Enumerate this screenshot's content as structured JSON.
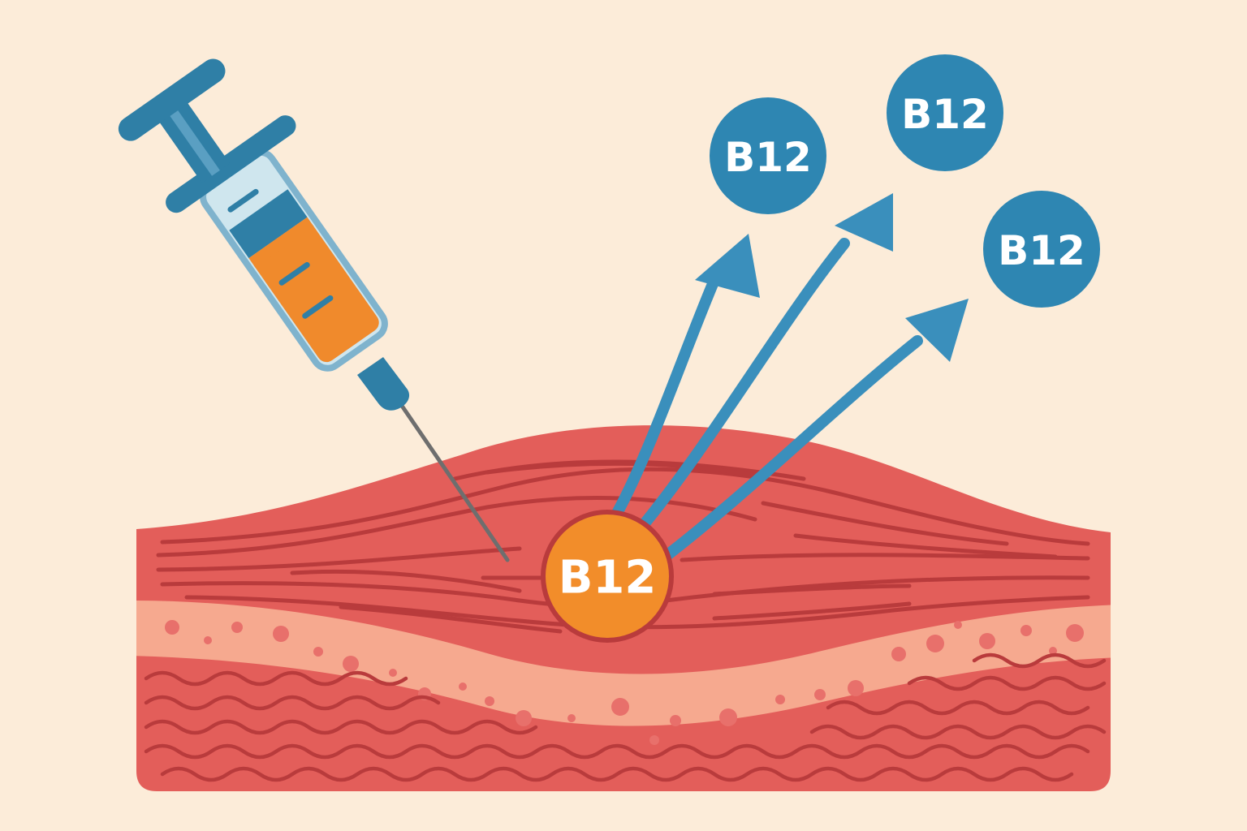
{
  "colors": {
    "background": "#fcecd9",
    "muscle": "#e35e5a",
    "muscle_lines": "#b93b3c",
    "fat_band": "#f6a98f",
    "fat_dots": "#e8706b",
    "syringe_blue": "#2f7fa6",
    "syringe_glass": "#cfe6ee",
    "medicine_orange": "#f08a2c",
    "needle": "#707070",
    "badge_blue": "#2e86b2",
    "arrow_blue": "#3a8fbc",
    "center_badge_orange": "#f28d2a"
  },
  "icons": {
    "syringe": "syringe-icon",
    "arrow": "arrow-up-right-icon"
  },
  "labels": {
    "center_badge": "B12",
    "badge_1": "B12",
    "badge_2": "B12",
    "badge_3": "B12"
  }
}
